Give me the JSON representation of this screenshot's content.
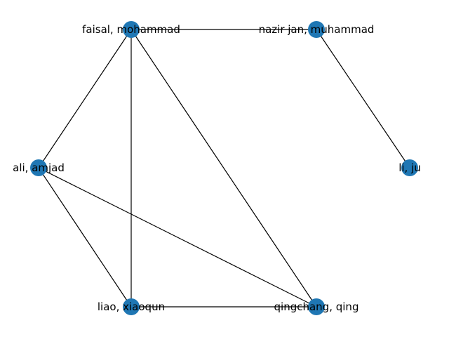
{
  "graph": {
    "node_color": "#1f77b4",
    "edge_color": "#000000",
    "nodes": [
      {
        "id": "faisal",
        "label": "faisal, mohammad"
      },
      {
        "id": "nazir",
        "label": "nazir jan, muhammad"
      },
      {
        "id": "ali",
        "label": "ali, amjad"
      },
      {
        "id": "li",
        "label": "li, ju"
      },
      {
        "id": "liao",
        "label": "liao, xiaoqun"
      },
      {
        "id": "qingchang",
        "label": "qingchang, qing"
      }
    ],
    "edges": [
      [
        "faisal",
        "nazir"
      ],
      [
        "nazir",
        "li"
      ],
      [
        "faisal",
        "ali"
      ],
      [
        "faisal",
        "liao"
      ],
      [
        "faisal",
        "qingchang"
      ],
      [
        "ali",
        "liao"
      ],
      [
        "ali",
        "qingchang"
      ],
      [
        "liao",
        "qingchang"
      ]
    ]
  }
}
